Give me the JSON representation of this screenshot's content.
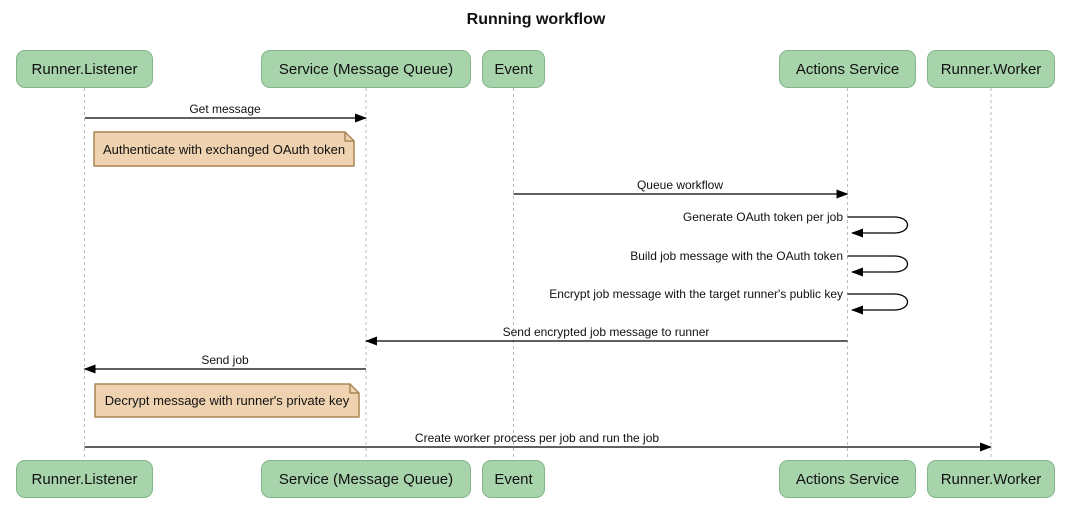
{
  "title": "Running workflow",
  "colors": {
    "actor_fill": "#A8D4AC",
    "actor_border": "#84B58A",
    "note_fill": "#EFD3B0",
    "note_border": "#AA8552",
    "lifeline": "#BBBBBB",
    "message": "#000000",
    "text": "#111111"
  },
  "actors": [
    {
      "label": "Runner.Listener"
    },
    {
      "label": "Service (Message Queue)"
    },
    {
      "label": "Event"
    },
    {
      "label": "Actions Service"
    },
    {
      "label": "Runner.Worker"
    }
  ],
  "messages": [
    {
      "label": "Get message",
      "from": "Runner.Listener",
      "to": "Service (Message Queue)",
      "self": false
    },
    {
      "label": "Queue workflow",
      "from": "Event",
      "to": "Actions Service",
      "self": false
    },
    {
      "label": "Generate OAuth token per job",
      "from": "Actions Service",
      "to": "Actions Service",
      "self": true
    },
    {
      "label": "Build job message with the OAuth token",
      "from": "Actions Service",
      "to": "Actions Service",
      "self": true
    },
    {
      "label": "Encrypt job message with the target runner's public key",
      "from": "Actions Service",
      "to": "Actions Service",
      "self": true
    },
    {
      "label": "Send encrypted job message to runner",
      "from": "Actions Service",
      "to": "Service (Message Queue)",
      "self": false
    },
    {
      "label": "Send job",
      "from": "Service (Message Queue)",
      "to": "Runner.Listener",
      "self": false
    },
    {
      "label": "Create worker process per job and run the job",
      "from": "Runner.Listener",
      "to": "Runner.Worker",
      "self": false
    }
  ],
  "notes": [
    {
      "label": "Authenticate with exchanged OAuth token",
      "position": "right of Runner.Listener"
    },
    {
      "label": "Decrypt message with runner's private key",
      "position": "right of Runner.Listener"
    }
  ]
}
